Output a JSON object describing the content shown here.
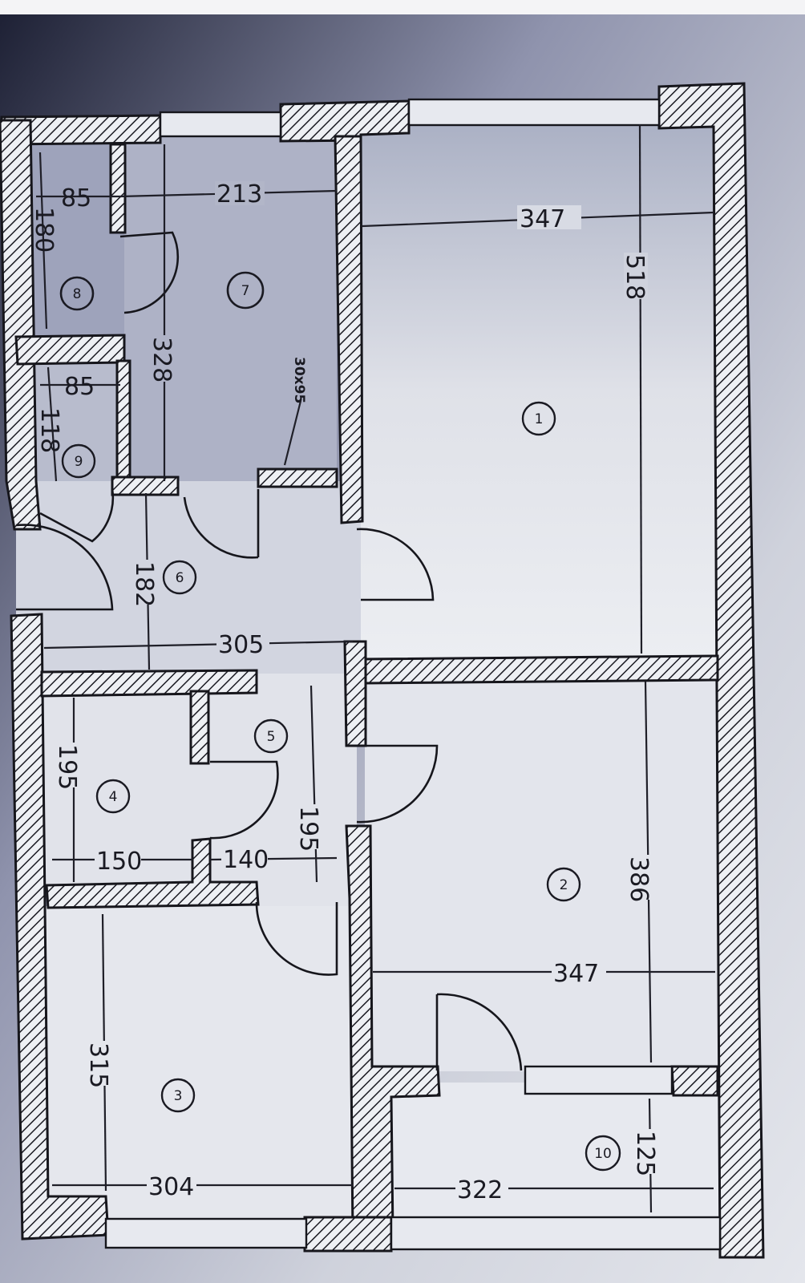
{
  "plan": {
    "rooms": [
      {
        "num": "1"
      },
      {
        "num": "2"
      },
      {
        "num": "3"
      },
      {
        "num": "4"
      },
      {
        "num": "5"
      },
      {
        "num": "6"
      },
      {
        "num": "7"
      },
      {
        "num": "8"
      },
      {
        "num": "9"
      },
      {
        "num": "10"
      }
    ],
    "dims": {
      "d347_top": "347",
      "d518": "518",
      "d213": "213",
      "d85_top": "85",
      "d180": "180",
      "d328": "328",
      "d85_mid": "85",
      "d118": "118",
      "d182": "182",
      "d305": "305",
      "d195_left": "195",
      "d195_mid": "195",
      "d150": "150",
      "d140": "140",
      "d386": "386",
      "d347_bot": "347",
      "d315": "315",
      "d304": "304",
      "d322": "322",
      "d125": "125"
    },
    "annotation": "30x95"
  },
  "colors": {
    "paper": "#e6e8ee",
    "wall_hatch": "#1a1a22",
    "shadow": "#3a3d55"
  }
}
